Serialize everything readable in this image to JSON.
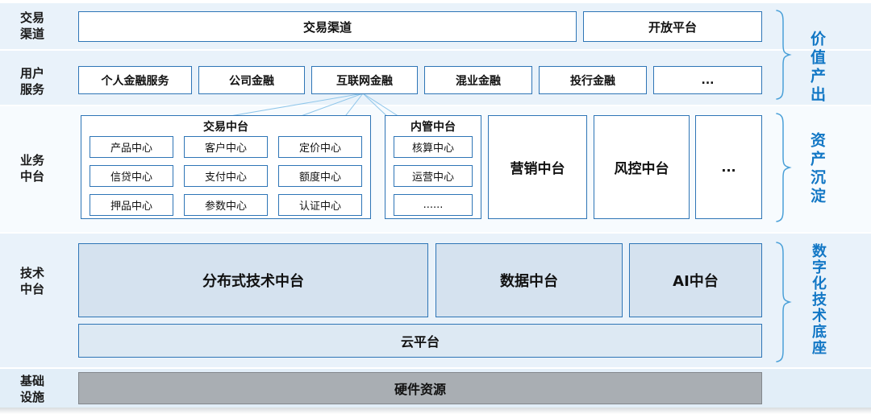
{
  "left_labels": {
    "channels": "交易\n渠道",
    "users": "用户\n服务",
    "business": "业务\n中台",
    "tech": "技术\n中台",
    "infra": "基础\n设施"
  },
  "row_channels": {
    "trade_channel": "交易渠道",
    "open_platform": "开放平台"
  },
  "row_services": {
    "items": [
      "个人金融服务",
      "公司金融",
      "互联网金融",
      "混业金融",
      "投行金融",
      "..."
    ]
  },
  "row_business": {
    "trade_center": {
      "title": "交易中台",
      "cells": [
        "产品中心",
        "客户中心",
        "定价中心",
        "信贷中心",
        "支付中心",
        "额度中心",
        "押品中心",
        "参数中心",
        "认证中心"
      ]
    },
    "internal_center": {
      "title": "内管中台",
      "cells": [
        "核算中心",
        "运营中心",
        "......"
      ]
    },
    "marketing": "营销中台",
    "risk": "风控中台",
    "more": "..."
  },
  "row_tech": {
    "platforms": [
      "分布式技术中台",
      "数据中台",
      "AI中台"
    ],
    "cloud": "云平台"
  },
  "row_infra": {
    "hardware": "硬件资源"
  },
  "annotations": {
    "value": "价值产出",
    "asset": "资产沉淀",
    "digital": "数字化技术底座"
  },
  "colors": {
    "border_blue": "#2e75b6",
    "band_blue": "#e9f2fa",
    "fill_light_blue": "#d5e2ef",
    "fill_gray": "#a9aeb3",
    "annotation_blue": "#1277c5",
    "connector_blue": "#8fc6ea"
  }
}
